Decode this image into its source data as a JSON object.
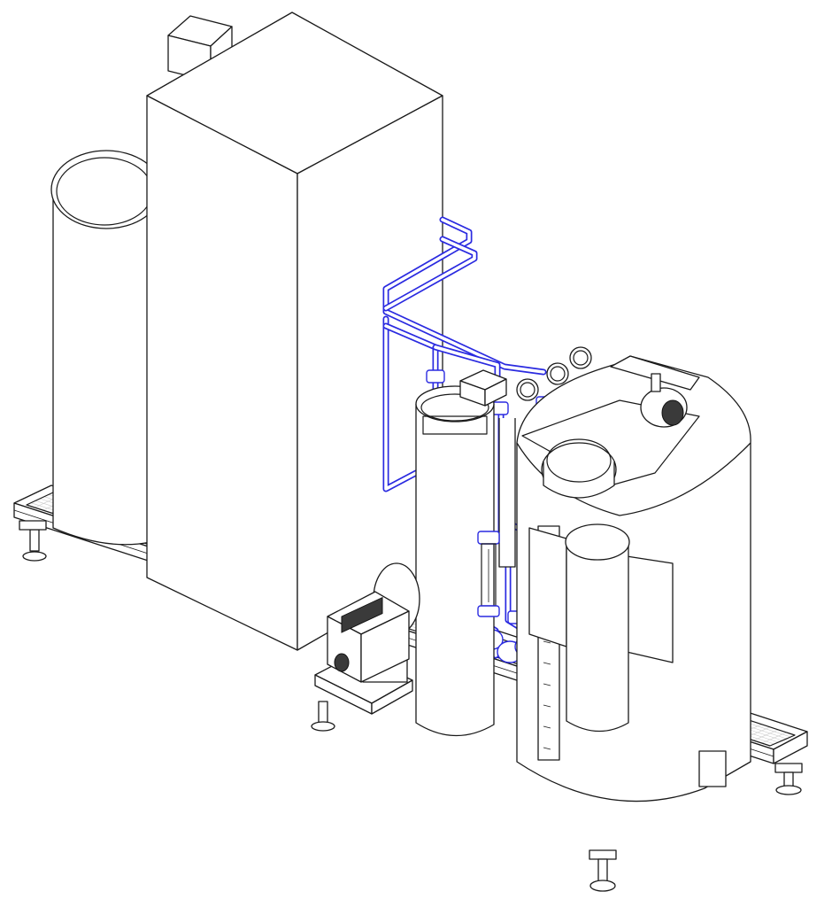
{
  "colors": {
    "line": "#1a1a1a",
    "pipework": "#2a2ae0",
    "background": "#ffffff",
    "grating": "#c9c9c9"
  },
  "components": [
    {
      "name": "base-frame",
      "icon": "skid-frame-icon"
    },
    {
      "name": "round-tank-rear",
      "icon": "cylinder-tank-icon"
    },
    {
      "name": "cabinet-tall",
      "icon": "cabinet-icon"
    },
    {
      "name": "pressure-vessel",
      "icon": "filter-column-icon"
    },
    {
      "name": "chemical-tank",
      "icon": "tank-icon"
    },
    {
      "name": "booster-pump",
      "icon": "pump-icon"
    },
    {
      "name": "pressure-gauges",
      "icon": "gauge-icon"
    },
    {
      "name": "flow-meter",
      "icon": "rotameter-icon"
    },
    {
      "name": "levelling-feet",
      "icon": "foot-icon"
    }
  ]
}
